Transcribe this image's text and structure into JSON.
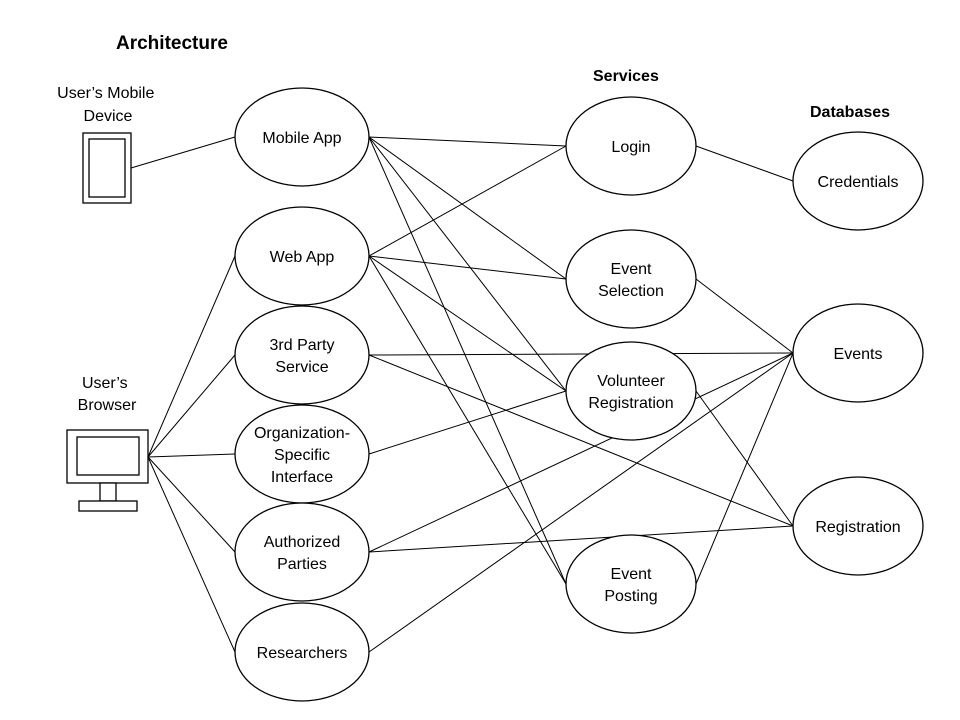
{
  "title": "Architecture",
  "sections": {
    "services": "Services",
    "databases": "Databases"
  },
  "devices": {
    "mobile": {
      "label_lines": [
        "User’s Mobile",
        "Device"
      ],
      "icon": "mobile-phone-icon"
    },
    "browser": {
      "label_lines": [
        "User’s",
        "Browser"
      ],
      "icon": "desktop-monitor-icon"
    }
  },
  "clients": [
    {
      "id": "mobile-app",
      "lines": [
        "Mobile App"
      ]
    },
    {
      "id": "web-app",
      "lines": [
        "Web App"
      ]
    },
    {
      "id": "third-party-service",
      "lines": [
        "3rd Party",
        "Service"
      ]
    },
    {
      "id": "organization-specific-interface",
      "lines": [
        "Organization-",
        "Specific",
        "Interface"
      ]
    },
    {
      "id": "authorized-parties",
      "lines": [
        "Authorized",
        "Parties"
      ]
    },
    {
      "id": "researchers",
      "lines": [
        "Researchers"
      ]
    }
  ],
  "services": [
    {
      "id": "login",
      "lines": [
        "Login"
      ]
    },
    {
      "id": "event-selection",
      "lines": [
        "Event",
        "Selection"
      ]
    },
    {
      "id": "volunteer-registration",
      "lines": [
        "Volunteer",
        "Registration"
      ]
    },
    {
      "id": "event-posting",
      "lines": [
        "Event",
        "Posting"
      ]
    }
  ],
  "databases": [
    {
      "id": "credentials",
      "lines": [
        "Credentials"
      ]
    },
    {
      "id": "events",
      "lines": [
        "Events"
      ]
    },
    {
      "id": "registration",
      "lines": [
        "Registration"
      ]
    }
  ],
  "connections": [
    [
      "mobile-device",
      "mobile-app"
    ],
    [
      "browser",
      "web-app"
    ],
    [
      "browser",
      "third-party-service"
    ],
    [
      "browser",
      "organization-specific-interface"
    ],
    [
      "browser",
      "authorized-parties"
    ],
    [
      "browser",
      "researchers"
    ],
    [
      "mobile-app",
      "login"
    ],
    [
      "mobile-app",
      "event-selection"
    ],
    [
      "mobile-app",
      "volunteer-registration"
    ],
    [
      "mobile-app",
      "event-posting"
    ],
    [
      "web-app",
      "login"
    ],
    [
      "web-app",
      "event-selection"
    ],
    [
      "web-app",
      "volunteer-registration"
    ],
    [
      "web-app",
      "event-posting"
    ],
    [
      "third-party-service",
      "events"
    ],
    [
      "third-party-service",
      "registration"
    ],
    [
      "organization-specific-interface",
      "volunteer-registration"
    ],
    [
      "authorized-parties",
      "events"
    ],
    [
      "authorized-parties",
      "registration"
    ],
    [
      "researchers",
      "events"
    ],
    [
      "login",
      "credentials"
    ],
    [
      "event-selection",
      "events"
    ],
    [
      "volunteer-registration",
      "registration"
    ],
    [
      "event-posting",
      "events"
    ]
  ]
}
